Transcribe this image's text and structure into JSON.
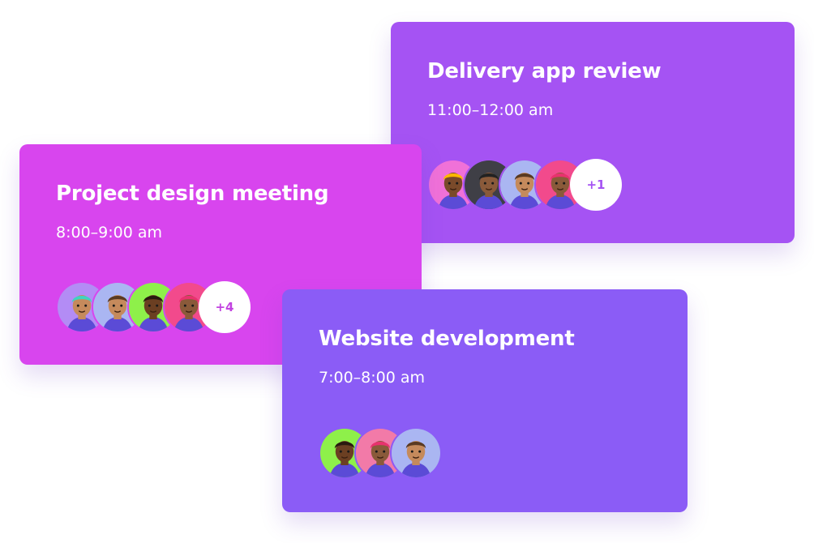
{
  "cards": [
    {
      "title": "Delivery app review",
      "time": "11:00–12:00 am",
      "extra_attendees": "+1",
      "color": "#a553f3",
      "avatars": [
        {
          "bg": "#f071d8",
          "skin": "#7a4a2a",
          "hair": "#ffb800"
        },
        {
          "bg": "#3f3f46",
          "skin": "#8a5a3a",
          "hair": "#222222"
        },
        {
          "bg": "#aab6f2",
          "skin": "#c58a5c",
          "hair": "#5a3a22"
        },
        {
          "bg": "#f24a8c",
          "skin": "#8a5a3a",
          "hair": "#e8326e"
        }
      ]
    },
    {
      "title": "Project design meeting",
      "time": "8:00–9:00 am",
      "extra_attendees": "+4",
      "color": "#d845ee",
      "avatars": [
        {
          "bg": "#b38cf5",
          "skin": "#c58a5c",
          "hair": "#3fd3c0"
        },
        {
          "bg": "#aab6f2",
          "skin": "#c58a5c",
          "hair": "#5a3a22"
        },
        {
          "bg": "#8ef04a",
          "skin": "#6b3f22",
          "hair": "#2a1a10"
        },
        {
          "bg": "#f24a8c",
          "skin": "#8a5a3a",
          "hair": "#e8326e"
        }
      ]
    },
    {
      "title": "Website development",
      "time": "7:00–8:00 am",
      "extra_attendees": "",
      "color": "#8b5cf6",
      "avatars": [
        {
          "bg": "#8ef04a",
          "skin": "#6b3f22",
          "hair": "#2a1a10"
        },
        {
          "bg": "#f27aa8",
          "skin": "#8a5a3a",
          "hair": "#e8326e"
        },
        {
          "bg": "#aab6f2",
          "skin": "#c58a5c",
          "hair": "#5a3a22"
        }
      ]
    }
  ]
}
